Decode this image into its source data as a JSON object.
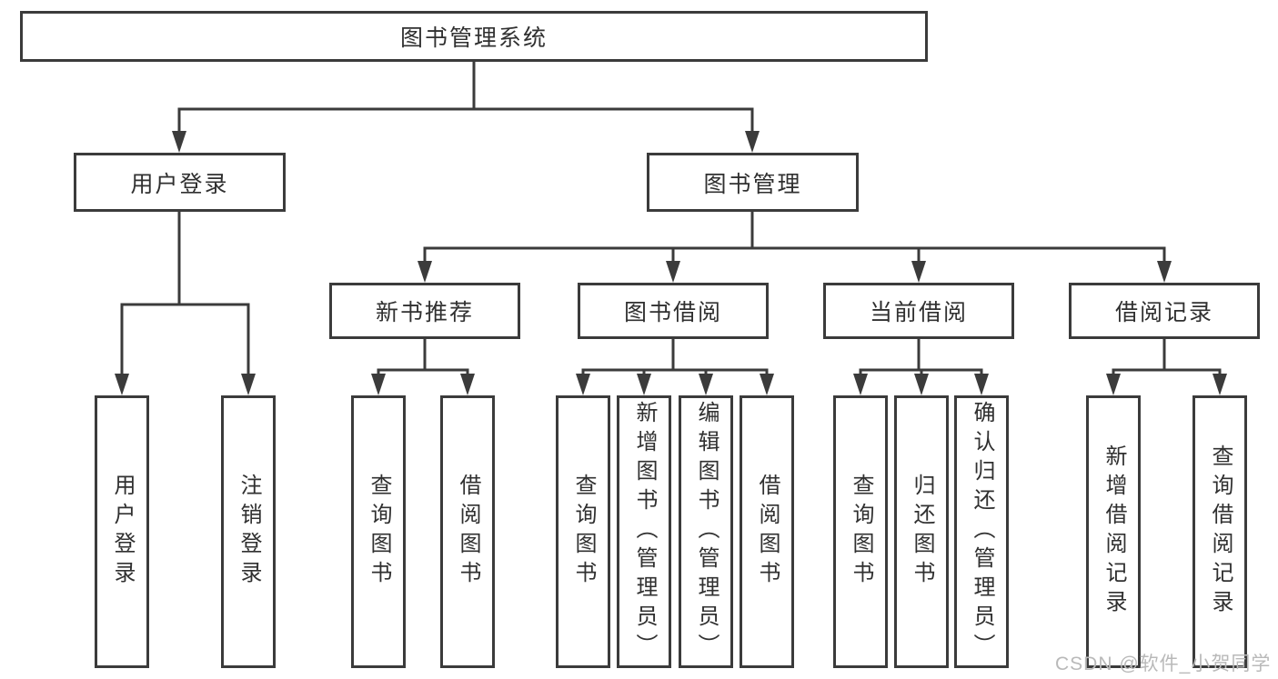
{
  "page": {
    "watermark": "CSDN @软件_小贺同学"
  },
  "diagram": {
    "title": "图书管理系统",
    "type": "hierarchy-tree",
    "colors": {
      "line": "#3b3b3b",
      "box_border": "#3b3b3b",
      "box_fill": "#ffffff",
      "text": "#303030",
      "watermark": "#b9b9b9"
    },
    "root": {
      "id": "system",
      "label": "图书管理系统"
    },
    "level2": [
      {
        "id": "user-login",
        "label": "用户登录",
        "parent": "图书管理系统"
      },
      {
        "id": "book-management",
        "label": "图书管理",
        "parent": "图书管理系统"
      }
    ],
    "level3": [
      {
        "id": "new-book-recommend",
        "label": "新书推荐",
        "parent": "图书管理"
      },
      {
        "id": "book-borrowing",
        "label": "图书借阅",
        "parent": "图书管理"
      },
      {
        "id": "current-borrowing",
        "label": "当前借阅",
        "parent": "图书管理"
      },
      {
        "id": "borrowing-records",
        "label": "借阅记录",
        "parent": "图书管理"
      }
    ],
    "leaves": [
      {
        "label": "用户登录",
        "parent": "用户登录"
      },
      {
        "label": "注销登录",
        "parent": "用户登录"
      },
      {
        "label": "查询图书",
        "parent": "新书推荐"
      },
      {
        "label": "借阅图书",
        "parent": "新书推荐"
      },
      {
        "label": "查询图书",
        "parent": "图书借阅"
      },
      {
        "label": "新增图书（管理员）",
        "parent": "图书借阅"
      },
      {
        "label": "编辑图书（管理员）",
        "parent": "图书借阅"
      },
      {
        "label": "借阅图书",
        "parent": "图书借阅"
      },
      {
        "label": "查询图书",
        "parent": "当前借阅"
      },
      {
        "label": "归还图书",
        "parent": "当前借阅"
      },
      {
        "label": "确认归还（管理员）",
        "parent": "当前借阅"
      },
      {
        "label": "新增借阅记录",
        "parent": "借阅记录"
      },
      {
        "label": "查询借阅记录",
        "parent": "借阅记录"
      }
    ]
  }
}
